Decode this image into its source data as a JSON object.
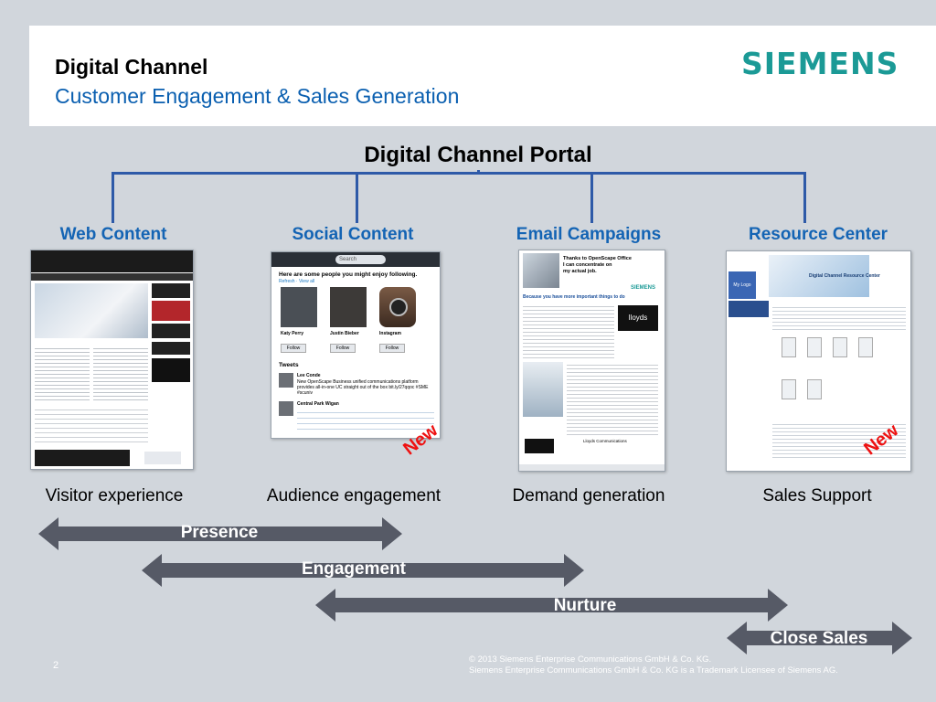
{
  "header": {
    "title": "Digital Channel",
    "subtitle": "Customer Engagement & Sales Generation",
    "logo_text": "SIEMENS"
  },
  "portal_title": "Digital Channel Portal",
  "channels": [
    {
      "label": "Web Content",
      "caption": "Visitor experience"
    },
    {
      "label": "Social Content",
      "caption": "Audience engagement"
    },
    {
      "label": "Email Campaigns",
      "caption": "Demand generation"
    },
    {
      "label": "Resource Center",
      "caption": "Sales Support"
    }
  ],
  "new_tag": "New",
  "screens": {
    "social": {
      "search_placeholder": "Search",
      "heading": "Here are some people you might enjoy following.",
      "links": "Refresh · View all",
      "people": [
        "Katy Perry",
        "Justin Bieber",
        "Instagram"
      ],
      "follow_label": "Follow",
      "tweets_heading": "Tweets",
      "tweet1_author": "Lee Conde",
      "tweet1_text": "New OpenScape Business unified communications platform provides all-in-one UC straight out of the box bit.ly/27qqoc #SME #scuniv",
      "tweet2_author": "Central Park Wigan"
    },
    "email": {
      "banner_line1": "Thanks to OpenScape Office",
      "banner_line2": "I can concentrate on",
      "banner_line3": "my actual job.",
      "brand": "SIEMENS",
      "headline": "Because you have more important things to do",
      "lloyds": "lloyds",
      "signature": "Lloyds Communications"
    },
    "resource": {
      "my_logo": "My Logo",
      "center_title": "Digital Channel Resource Center"
    }
  },
  "arrows": [
    {
      "label": "Presence"
    },
    {
      "label": "Engagement"
    },
    {
      "label": "Nurture"
    },
    {
      "label": "Close Sales"
    }
  ],
  "footer": {
    "page_number": "2",
    "copyright_line1": "© 2013 Siemens Enterprise Communications GmbH & Co. KG.",
    "copyright_line2": "Siemens Enterprise Communications GmbH & Co. KG is a Trademark Licensee of Siemens AG."
  },
  "colors": {
    "background": "#d1d6dc",
    "title_blue": "#0a5fb0",
    "channel_blue": "#1464b4",
    "connector": "#2e5aa8",
    "siemens_teal": "#1b9a96",
    "arrow_gray": "#565a66",
    "new_red": "#e11111"
  }
}
